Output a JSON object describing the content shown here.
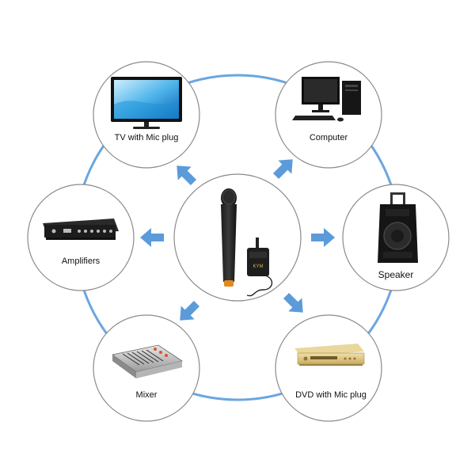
{
  "colors": {
    "ring": "#6aa6e0",
    "arrow": "#5b9bd9",
    "node_border": "#8a8a8a",
    "node_fill": "#ffffff"
  },
  "center": {
    "icon": "wireless-microphone-with-receiver",
    "brand_mark": "KYM"
  },
  "devices": [
    {
      "id": "tv",
      "label": "TV with Mic plug",
      "icon": "tv-icon"
    },
    {
      "id": "computer",
      "label": "Computer",
      "icon": "computer-icon"
    },
    {
      "id": "amplifiers",
      "label": "Amplifiers",
      "icon": "amplifier-icon"
    },
    {
      "id": "speaker",
      "label": "Speaker",
      "icon": "speaker-icon"
    },
    {
      "id": "mixer",
      "label": "Mixer",
      "icon": "mixer-icon"
    },
    {
      "id": "dvd",
      "label": "DVD with Mic plug",
      "icon": "dvd-player-icon"
    }
  ]
}
